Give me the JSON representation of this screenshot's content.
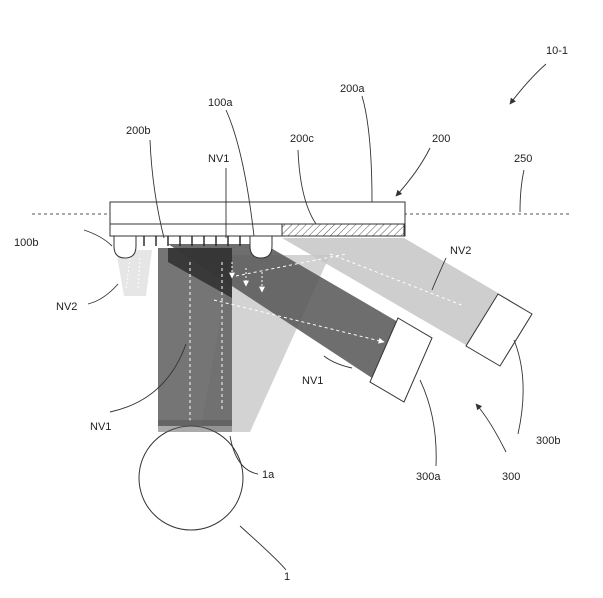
{
  "figure": {
    "labels": {
      "fig_ref": "10-1",
      "plate": "200a",
      "grating_left": "200b",
      "bump_right_ref": "100a",
      "strip": "200c",
      "plate_group": "200",
      "reference_line": "250",
      "beam_nv1_top": "NV1",
      "bump_left_ref": "100b",
      "beam_nv2_right": "NV2",
      "beam_nv2_left": "NV2",
      "beam_nv1_mid": "NV1",
      "beam_nv1_left": "NV1",
      "emitter_b": "300b",
      "emitter_a": "300a",
      "emitter_group": "300",
      "pupil": "1a",
      "eye": "1"
    }
  }
}
